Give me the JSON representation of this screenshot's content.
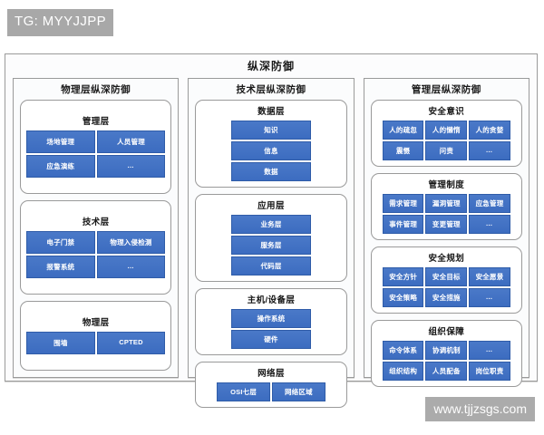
{
  "tag_banner": "TG: MYYJJPP",
  "watermark": "www.tjjzsgs.com",
  "colors": {
    "tile_blue": "#3c6cc0",
    "tile_border": "#2f5ca8",
    "frame_border": "#9a9a9a",
    "banner_gray": "#a8a8a8"
  },
  "diagram": {
    "title": "纵深防御",
    "columns": [
      {
        "title": "物理层纵深防御",
        "groups": [
          {
            "title": "管理层",
            "rows": [
              [
                "场地管理",
                "人员管理"
              ],
              [
                "应急演练",
                "…"
              ]
            ]
          },
          {
            "title": "技术层",
            "rows": [
              [
                "电子门禁",
                "物理入侵检测"
              ],
              [
                "报警系统",
                "…"
              ]
            ]
          },
          {
            "title": "物理层",
            "rows": [
              [
                "围墙",
                "CPTED"
              ]
            ]
          }
        ]
      },
      {
        "title": "技术层纵深防御",
        "groups": [
          {
            "title": "数据层",
            "rows": [
              [
                "知识"
              ],
              [
                "信息"
              ],
              [
                "数据"
              ]
            ]
          },
          {
            "title": "应用层",
            "rows": [
              [
                "业务层"
              ],
              [
                "服务层"
              ],
              [
                "代码层"
              ]
            ]
          },
          {
            "title": "主机/设备层",
            "rows": [
              [
                "操作系统"
              ],
              [
                "硬件"
              ]
            ]
          },
          {
            "title": "网络层",
            "rows": [
              [
                "OSI七层",
                "网络区域"
              ]
            ]
          }
        ]
      },
      {
        "title": "管理层纵深防御",
        "groups": [
          {
            "title": "安全意识",
            "rows": [
              [
                "人的疏忽",
                "人的懒惰",
                "人的贪婪"
              ],
              [
                "震慑",
                "问责",
                "…"
              ]
            ]
          },
          {
            "title": "管理制度",
            "rows": [
              [
                "需求管理",
                "漏洞管理",
                "应急管理"
              ],
              [
                "事件管理",
                "变更管理",
                "…"
              ]
            ]
          },
          {
            "title": "安全规划",
            "rows": [
              [
                "安全方针",
                "安全目标",
                "安全愿景"
              ],
              [
                "安全策略",
                "安全措施",
                "…"
              ]
            ]
          },
          {
            "title": "组织保障",
            "rows": [
              [
                "命令体系",
                "协调机制",
                "…"
              ],
              [
                "组织结构",
                "人员配备",
                "岗位职责"
              ]
            ]
          }
        ]
      }
    ]
  }
}
